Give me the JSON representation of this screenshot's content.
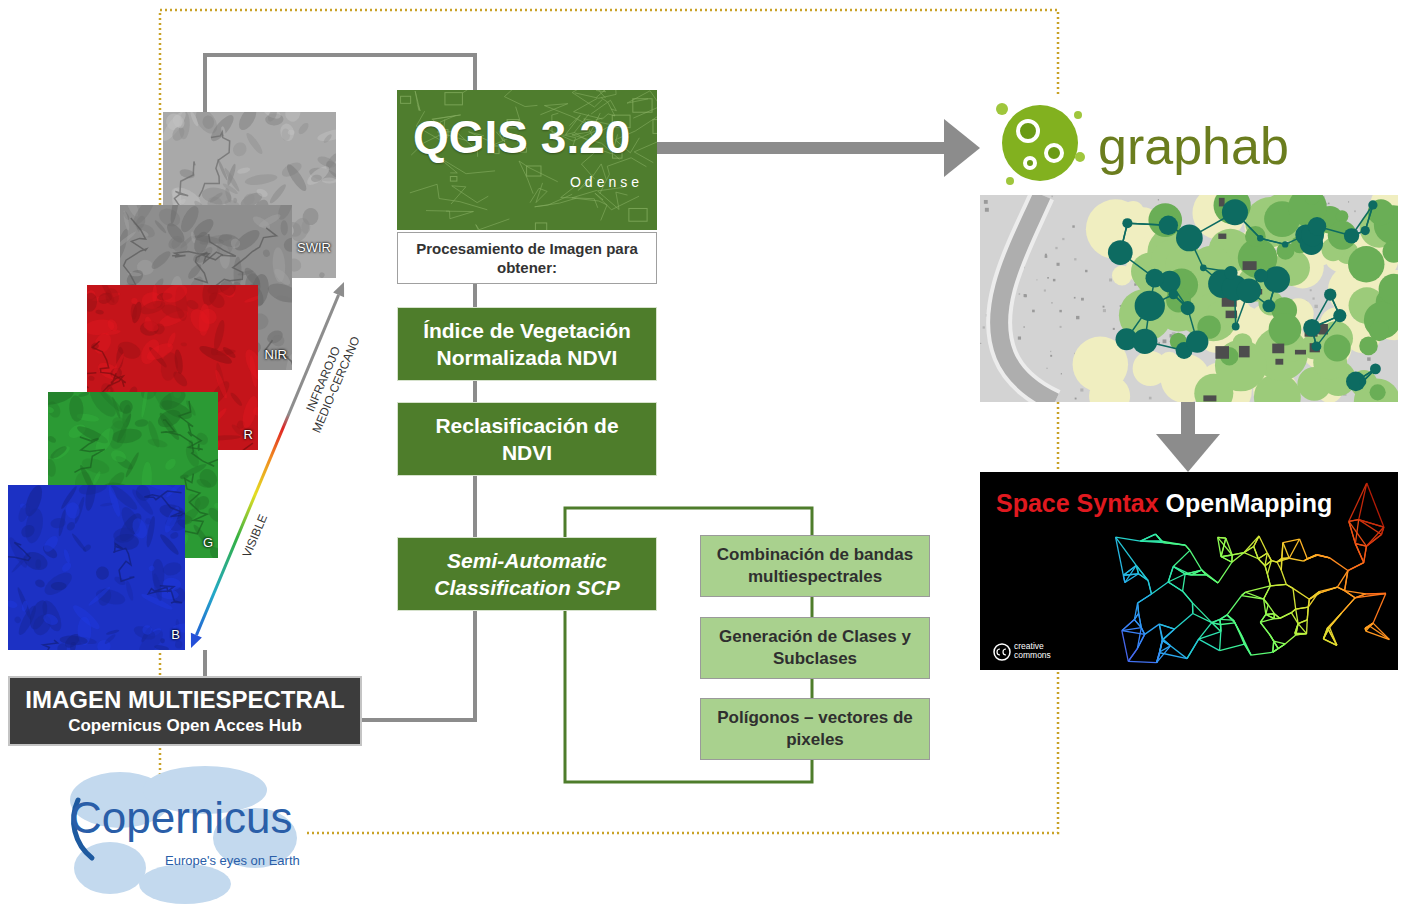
{
  "diagram": {
    "nodes": [
      {
        "text": [
          "SWIR"
        ]
      },
      {
        "text": [
          "NIR"
        ]
      },
      {
        "text": [
          "R"
        ]
      },
      {
        "text": [
          "G"
        ]
      },
      {
        "text": [
          "B"
        ]
      },
      {
        "text": [
          "IMAGEN MULTIESPECTRAL",
          "Copernicus Open Acces Hub"
        ]
      },
      {
        "text": [
          "QGIS 3.20",
          "Odense"
        ]
      },
      {
        "text": [
          "Procesamiento de Imagen para obtener:"
        ]
      },
      {
        "text": [
          "Índice de Vegetación Normalizada NDVI"
        ]
      },
      {
        "text": [
          "Reclasificación de NDVI"
        ]
      },
      {
        "text": [
          "Semi-Automatic Classification SCP"
        ]
      },
      {
        "text": [
          "Combinación de bandas multiespectrales"
        ]
      },
      {
        "text": [
          "Generación de Clases y Subclases"
        ]
      },
      {
        "text": [
          "Polígonos – vectores de pixeles"
        ]
      },
      {
        "text": [
          "graphab"
        ]
      },
      {
        "text": [
          "Space Syntax",
          "OpenMapping",
          "creative commons"
        ]
      }
    ],
    "edges": [
      {
        "from": 0,
        "to": 6,
        "arrow": "none"
      },
      {
        "from": 4,
        "to": 5,
        "arrow": "none"
      },
      {
        "from": 5,
        "to": 10,
        "arrow": "none"
      },
      {
        "from": 7,
        "to": 8,
        "arrow": "none"
      },
      {
        "from": 8,
        "to": 9,
        "arrow": "none"
      },
      {
        "from": 9,
        "to": 10,
        "arrow": "none"
      },
      {
        "from": 10,
        "to": 11,
        "arrow": "none"
      },
      {
        "from": 10,
        "to": 13,
        "arrow": "none"
      },
      {
        "from": 11,
        "to": 12,
        "arrow": "none"
      },
      {
        "from": 12,
        "to": 13,
        "arrow": "none"
      },
      {
        "from": 6,
        "to": 14,
        "arrow": "to"
      },
      {
        "from": 14,
        "to": 15,
        "arrow": "to"
      }
    ],
    "labels": [
      "VISIBLE",
      "INFRAROJO MEDIO-CERCANO",
      "Copernicus",
      "Europe's eyes on Earth"
    ]
  }
}
